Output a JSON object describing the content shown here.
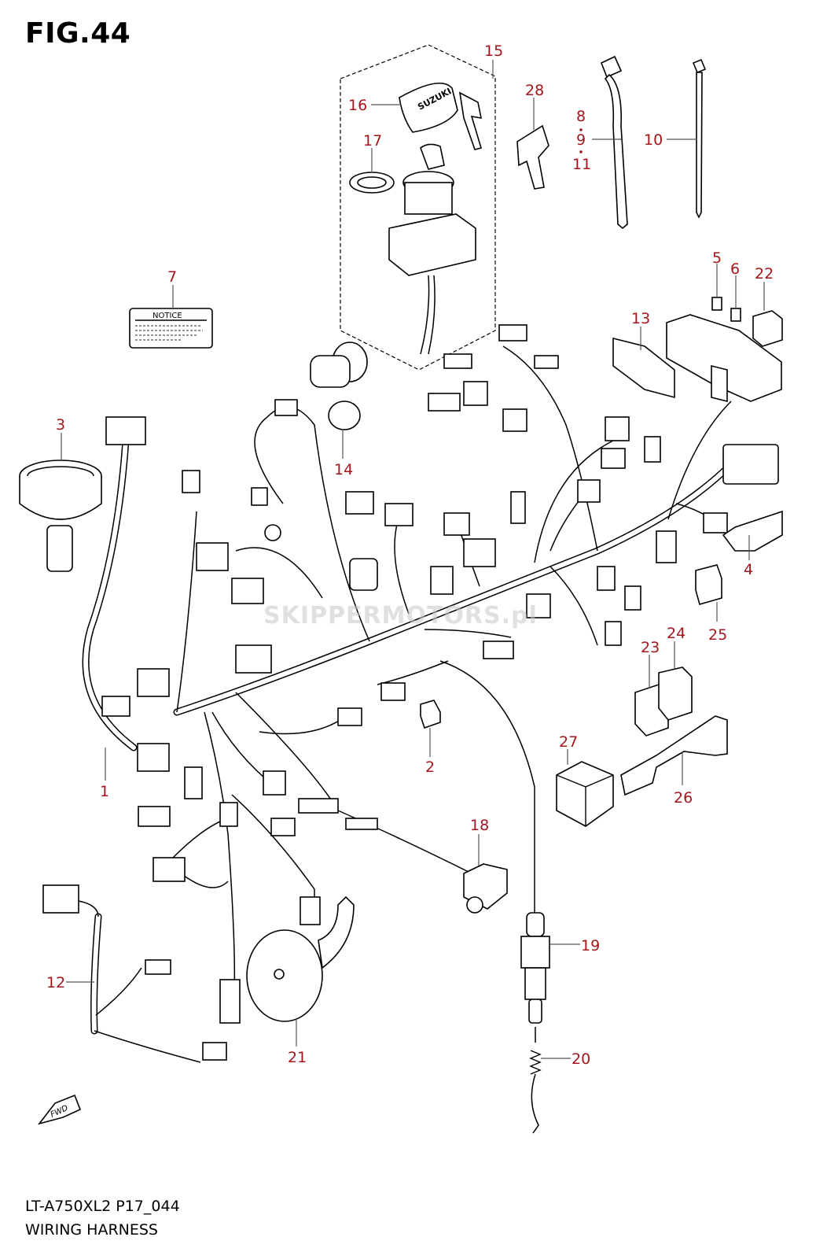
{
  "figure_title": "FIG.44",
  "model_code": "LT-A750XL2 P17_044",
  "diagram_name": "WIRING HARNESS",
  "notice_label": "NOTICE",
  "key_brand": "SUZUKI",
  "fwd_label": "FWD",
  "watermark": "SKIPPERMOTORS.pl",
  "colors": {
    "callout": "#a3161c",
    "line": "#000000"
  },
  "callouts": [
    "1",
    "2",
    "3",
    "4",
    "5",
    "6",
    "7",
    "8",
    "9",
    "10",
    "11",
    "12",
    "13",
    "14",
    "15",
    "16",
    "17",
    "18",
    "19",
    "20",
    "21",
    "22",
    "23",
    "24",
    "25",
    "26",
    "27",
    "28"
  ]
}
